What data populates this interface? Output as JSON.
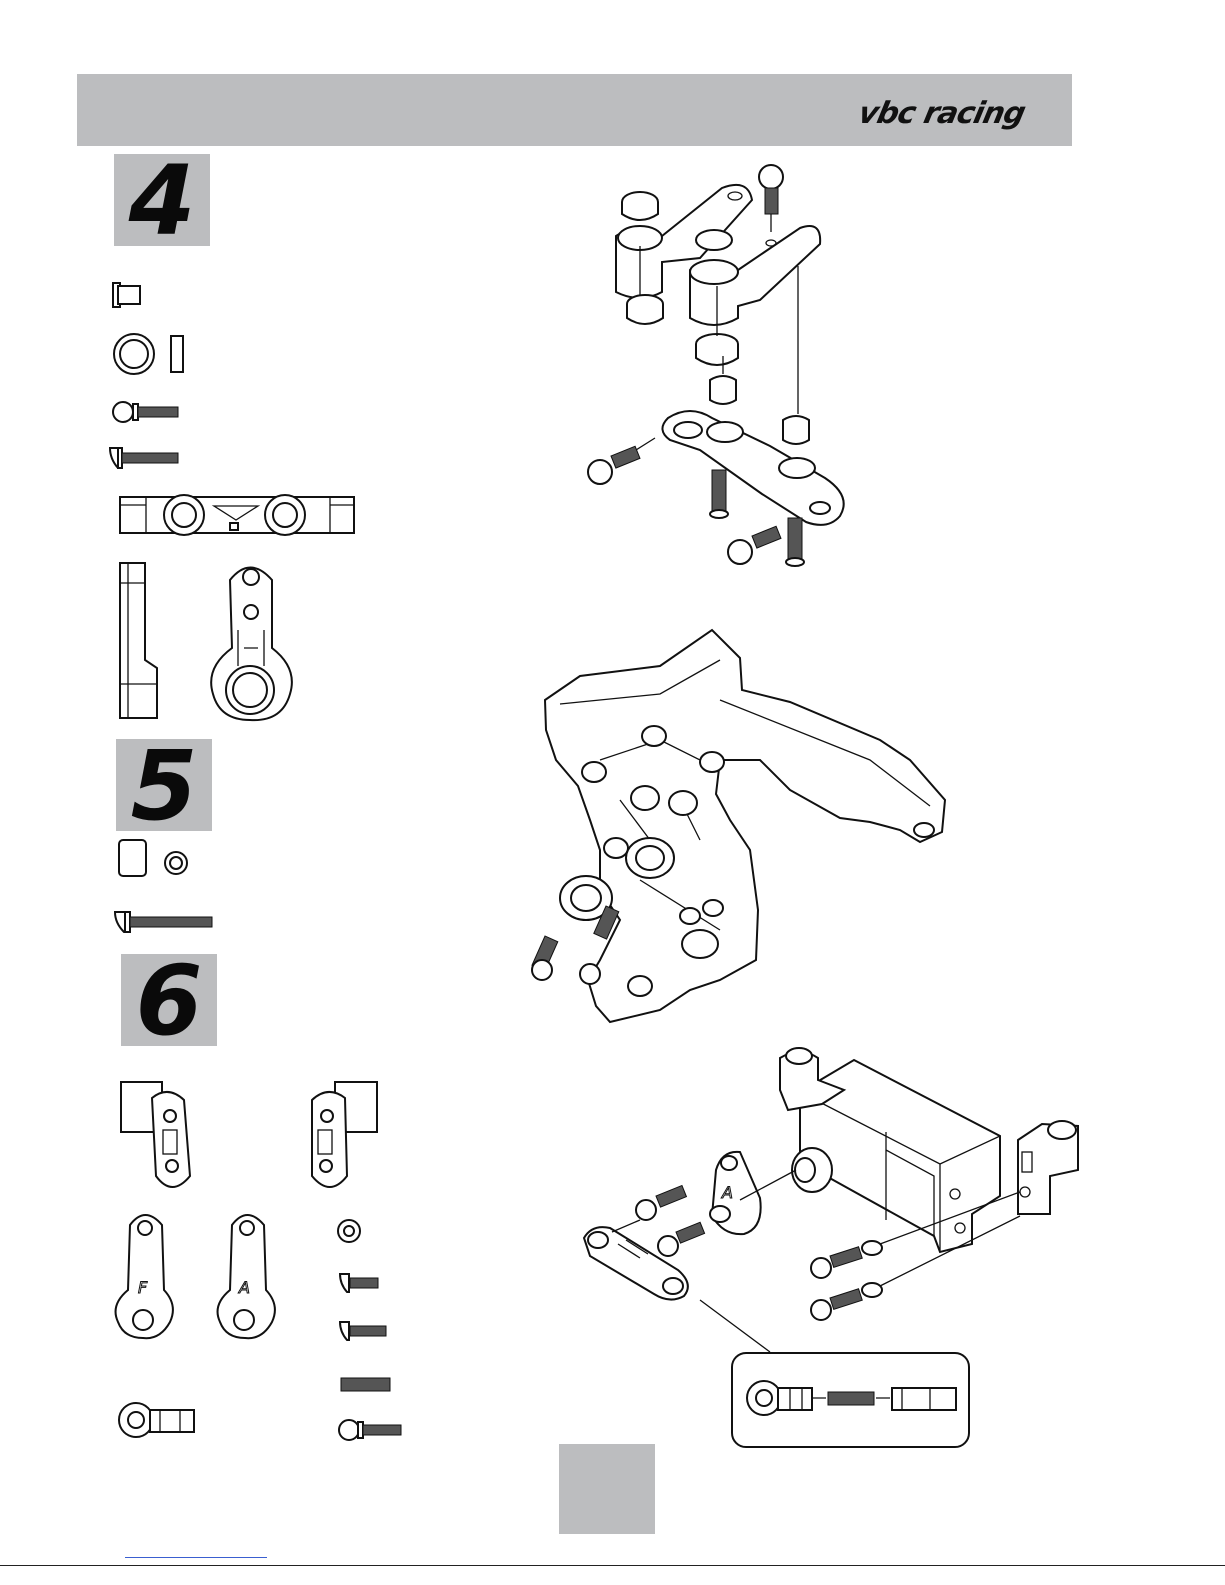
{
  "header": {
    "brand": "vbc racing"
  },
  "steps": [
    {
      "number": "4"
    },
    {
      "number": "5"
    },
    {
      "number": "6"
    }
  ],
  "colors": {
    "header_gray": "#bcbdbf",
    "line": "#111111"
  }
}
